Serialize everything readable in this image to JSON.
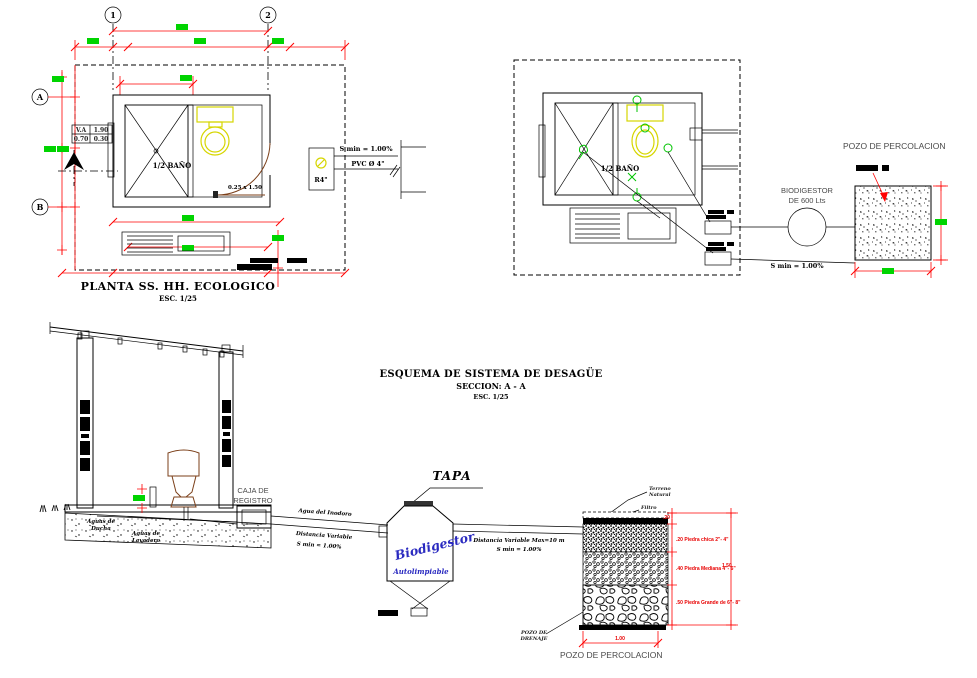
{
  "plan_left": {
    "grid_1": "1",
    "grid_2": "2",
    "grid_a": "A",
    "grid_b": "B",
    "table": {
      "c1": "V.A",
      "c2": "1.90",
      "c3": "0.70",
      "c4": "0.30"
    },
    "room_label": "1/2 BAÑO",
    "door_dim": "0.25 x 1.50",
    "registro_label": "R4\"",
    "slope_note": "S min = 1.00%",
    "pipe_note": "PVC Ø 4\"",
    "title": "PLANTA SS. HH. ECOLOGICO",
    "scale": "ESC. 1/25"
  },
  "plan_right": {
    "room_label": "1/2 BAÑO",
    "biodigestor_line1": "BIODIGESTOR",
    "biodigestor_line2": "DE 600 Lts",
    "slope_note": "S min = 1.00%",
    "pozo_title": "POZO DE PERCOLACION"
  },
  "esquema": {
    "title": "ESQUEMA DE SISTEMA DE DESAGÜE",
    "subtitle": "SECCION: A - A",
    "scale": "ESC. 1/25"
  },
  "seccion": {
    "caja_line1": "CAJA DE",
    "caja_line2": "REGISTRO",
    "aguas_ducha_1": "Aguas de",
    "aguas_ducha_2": "Ducha",
    "aguas_lavadero_1": "Aguas de",
    "aguas_lavadero_2": "Lavadero",
    "pipe_label": "Agua del Inodoro",
    "distancia": "Distancia Variable",
    "slope_note": "S min = 1.00%"
  },
  "biodigestor": {
    "tapa": "TAPA",
    "name": "Biodigestor",
    "subtitle": "Autolimpiable",
    "distancia": "Distancia Variable Max=10 m",
    "slope_note": "S min = 1.00%"
  },
  "pozo": {
    "terreno_1": "Terreno",
    "terreno_2": "Natural",
    "filtro": "Filtro",
    "dim_top": ".20",
    "layer_1": ".20 Piedra chica 2\"- 4\"",
    "layer_2": ".40 Piedra Mediana 4\"- 6\"",
    "layer_3": ".50 Piedra Grande de 6\"- 8\"",
    "dim_total": "1.50",
    "dim_width": "1.00",
    "drenaje_1": "POZO DE",
    "drenaje_2": "DRENAJE",
    "title": "POZO DE PERCOLACION"
  },
  "colors": {
    "dimension_red": "#ff0000",
    "dim_text_green": "#00d400",
    "fixture_yellow": "#d6d600",
    "door_brown": "#7b3f19",
    "biodigestor_blue": "#2a2ac0"
  }
}
